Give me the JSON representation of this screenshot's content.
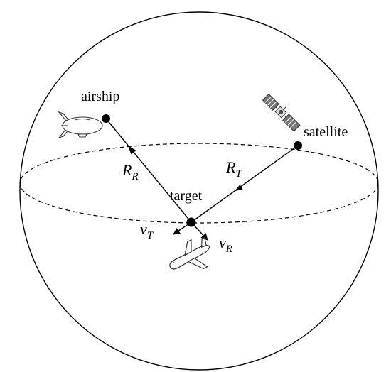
{
  "labels": {
    "airship": "airship",
    "satellite": "satellite",
    "target": "target"
  },
  "vectors": {
    "R_R": {
      "base": "R",
      "sub": "R"
    },
    "R_T": {
      "base": "R",
      "sub": "T"
    },
    "v_T": {
      "base": "v",
      "sub": "T"
    },
    "v_R": {
      "base": "v",
      "sub": "R"
    }
  },
  "icons": [
    "airship-icon",
    "satellite-icon",
    "airplane-icon"
  ],
  "colors": {
    "line": "#000000",
    "background": "#ffffff"
  }
}
